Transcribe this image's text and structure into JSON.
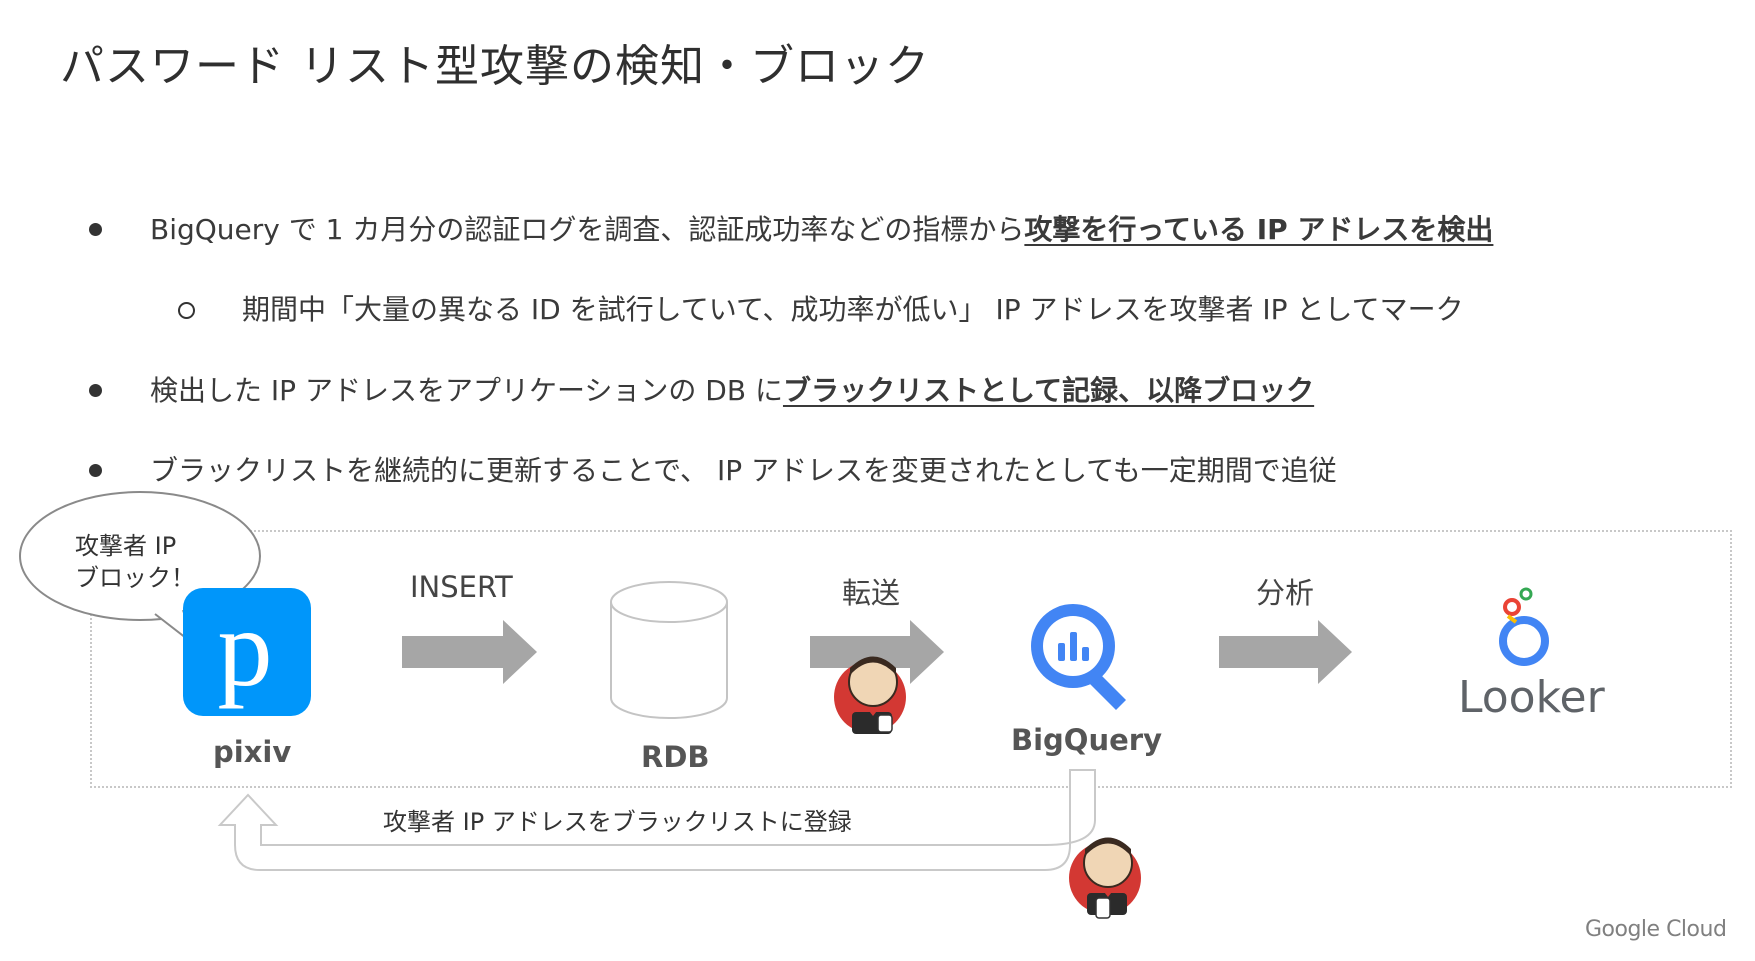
{
  "slide": {
    "title": "パスワード リスト型攻撃の検知・ブロック",
    "bullets": {
      "b1_prefix": "BigQuery で 1 カ月分の認証ログを調査、認証成功率などの指標から",
      "b1_emph": "攻撃を行っている IP アドレスを検出",
      "b1_sub": "期間中「大量の異なる ID を試行していて、成功率が低い」 IP アドレスを攻撃者 IP としてマーク",
      "b2_prefix": "検出した IP アドレスをアプリケーションの DB に",
      "b2_emph": "ブラックリストとして記録、以降ブロック",
      "b3": "ブラックリストを継続的に更新することで、 IP アドレスを変更されたとしても一定期間で追従"
    }
  },
  "diagram": {
    "bubble_line1": "攻撃者 IP",
    "bubble_line2": "ブロック！",
    "nodes": {
      "pixiv": "pixiv",
      "rdb": "RDB",
      "bigquery": "BigQuery",
      "looker": "Looker"
    },
    "edges": {
      "insert": "INSERT",
      "transfer": "転送",
      "analyze": "分析"
    },
    "feedback_label": "攻撃者 IP アドレスをブラックリストに登録",
    "colors": {
      "pixiv_blue": "#0096fa",
      "arrow_gray": "#a6a6a6",
      "bigquery_blue": "#4285f4",
      "jenkins_red": "#d33833"
    }
  },
  "footer": {
    "brand": "Google Cloud"
  }
}
